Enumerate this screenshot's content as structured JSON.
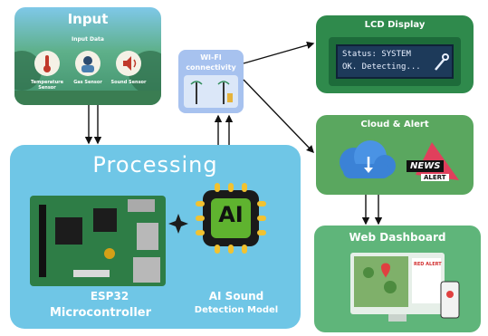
{
  "input": {
    "title": "Input",
    "subtitle": "Input Data",
    "sensors": [
      {
        "label": "Temperature Sensor",
        "icon": "thermometer-icon"
      },
      {
        "label": "Gas Sensor",
        "icon": "gas-mask-icon"
      },
      {
        "label": "Sound Sensor",
        "icon": "speaker-icon"
      }
    ]
  },
  "wifi": {
    "title": "WI-FI connectivity"
  },
  "lcd": {
    "title": "LCD Display",
    "screen_line1": "Status: SYSTEM",
    "screen_line2": "OK. Detecting..."
  },
  "cloud": {
    "title": "Cloud & Alert",
    "news_badge": "NEWS",
    "alert_badge": "ALERT"
  },
  "processing": {
    "title": "Processing",
    "mcu_line1": "ESP32",
    "mcu_line2": "Microcontroller",
    "ai_chip": "AI",
    "ai_line1": "AI Sound",
    "ai_line2": "Detection Model"
  },
  "dashboard": {
    "title": "Web Dashboard",
    "screen_alert": "RED ALERT"
  },
  "colors": {
    "input_bg": "#3f8f6a",
    "processing_bg": "#6fc6e6",
    "wifi_bg": "#a7c2ef",
    "lcd_bg": "#2f8a4c",
    "cloud_bg": "#5aa75f",
    "dashboard_bg": "#5fb57a",
    "arrow": "#111111"
  }
}
